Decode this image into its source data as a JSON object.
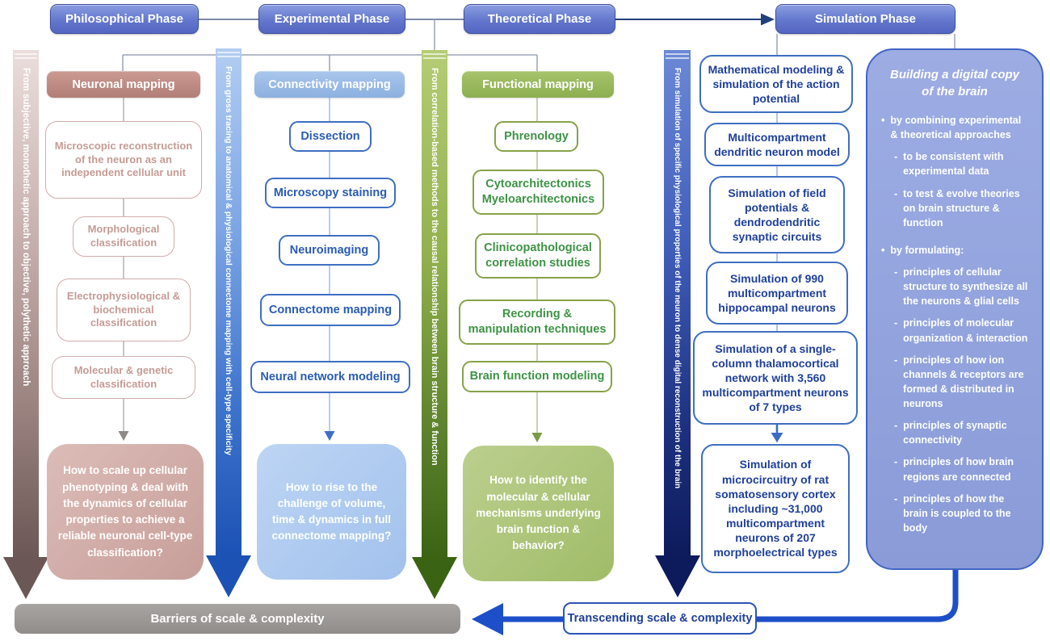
{
  "glyphs": {
    "bullet": "•",
    "dash": "-"
  },
  "phases": {
    "philosophical": "Philosophical Phase",
    "experimental": "Experimental Phase",
    "theoretical": "Theoretical Phase",
    "simulation": "Simulation Phase"
  },
  "columns": [
    {
      "header": "Neuronal mapping",
      "items": [
        "Microscopic reconstruction of the neuron as an independent cellular unit",
        "Morphological classification",
        "Electrophysiological & biochemical classification",
        "Molecular & genetic classification"
      ],
      "question": "How to scale up cellular phenotyping & deal with the dynamics of cellular properties to achieve a reliable neuronal cell-type classification?"
    },
    {
      "header": "Connectivity mapping",
      "items": [
        "Dissection",
        "Microscopy staining",
        "Neuroimaging",
        "Connectome mapping",
        "Neural network modeling"
      ],
      "question": "How to rise to the challenge of volume, time & dynamics in full connectome mapping?"
    },
    {
      "header": "Functional mapping",
      "items": [
        "Phrenology",
        "Cytoarchitectonics Myeloarchitectonics",
        "Clinicopathological correlation studies",
        "Recording & manipulation techniques",
        "Brain function modeling"
      ],
      "question": "How to identify the molecular & cellular mechanisms underlying brain function & behavior?"
    }
  ],
  "simulation_column": {
    "items": [
      "Mathematical modeling & simulation of the action potential",
      "Multicompartment dendritic neuron model",
      "Simulation of field potentials & dendrodendritic synaptic circuits",
      "Simulation of 990 multicompartment hippocampal neurons",
      "Simulation of a single-column thalamocortical network with 3,560 multicompartment neurons of 7 types",
      "Simulation of microcircuitry of rat somatosensory cortex including ~31,000 multicompartment neurons of 207 morphoelectrical types"
    ]
  },
  "transitions": {
    "subjective": "From subjective, monothetic approach to objective, polythetic approach",
    "gross": "From gross tracing to anatomical & physiological connectome mapping with cell-type specificity",
    "correlation": "From correlation-based methods to the causal relationship between brain structure & function",
    "simulation": "From simulation of specific physiological properties of the neuron to dense digital reconstruction of the brain"
  },
  "panel": {
    "title": "Building a digital copy of the brain",
    "bullets": [
      {
        "label": "by combining experimental & theoretical approaches",
        "sub": [
          "to be consistent with experimental data",
          "to test & evolve theories on brain structure & function"
        ]
      },
      {
        "label": "by formulating:",
        "sub": [
          "principles of cellular structure to synthesize all the neurons & glial cells",
          "principles of molecular organization & interaction",
          "principles of how ion channels & receptors are formed & distributed in neurons",
          "principles of synaptic connectivity",
          "principles of how brain regions are connected",
          "principles of how the brain is coupled to the body"
        ]
      }
    ]
  },
  "footer": {
    "barriers": "Barriers of scale & complexity",
    "transcending": "Transcending scale & complexity"
  },
  "colors": {
    "phase_blue": "#5b6fc8",
    "neuronal_rose": "#bd8b84",
    "connectivity_blue": "#9dbee8",
    "functional_green": "#93b558",
    "simulation_outline_blue": "#3e6fc1",
    "panel_periwinkle": "#93a3dc",
    "arrow_royal_blue": "#1d4fc8",
    "navy_text": "#1f3f99",
    "barrier_gray": "#9b9795"
  }
}
